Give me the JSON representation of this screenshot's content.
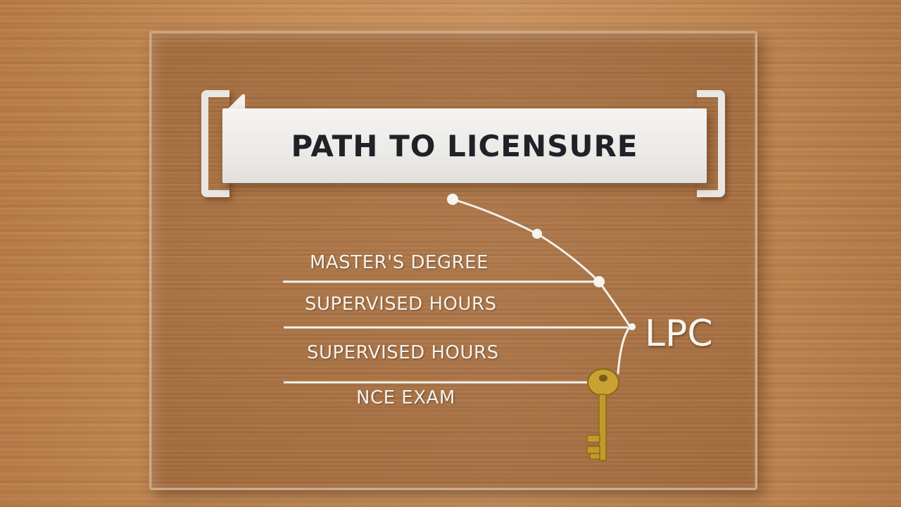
{
  "banner": {
    "title": "PATH TO LICENSURE"
  },
  "steps": [
    {
      "label": "MASTER'S DEGREE"
    },
    {
      "label": "SUPERVISED HOURS"
    },
    {
      "label": "SUPERVISED HOURS"
    },
    {
      "label": "NCE EXAM"
    }
  ],
  "destination": {
    "label": "LPC"
  },
  "icons": {
    "key": "key-icon"
  },
  "colors": {
    "wood": "#c48b56",
    "banner": "#f0efec",
    "text_dark": "#1f2328",
    "text_light": "#f4f2ee",
    "key_gold": "#c9a233"
  }
}
